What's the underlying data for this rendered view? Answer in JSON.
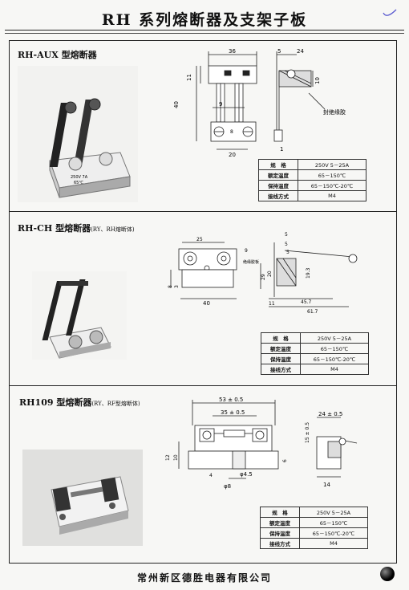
{
  "page": {
    "title": "RH 系列熔断器及支架子板",
    "footer": "常州新区德胜电器有限公司"
  },
  "sections": [
    {
      "title": "RH-AUX 型熔断器",
      "note": "",
      "fuse_label": [
        "250V 7A",
        "65℃"
      ],
      "dims": {
        "d36": "36",
        "d5": "5",
        "d24": "24",
        "d11": "11",
        "d40": "40",
        "d10": "10",
        "d9": "9",
        "d8": "8",
        "d20": "20",
        "d1": "1"
      },
      "callout": "封绝缘胶",
      "specs": [
        {
          "k": "规　格",
          "v": "250V 5－25A"
        },
        {
          "k": "额定温度",
          "v": "65－150℃"
        },
        {
          "k": "保持温度",
          "v": "65－150℃-20℃"
        },
        {
          "k": "接线方式",
          "v": "M4"
        }
      ]
    },
    {
      "title": "RH-CH 型熔断器",
      "note": "(RY、RH熔断体)",
      "dims": {
        "d25": "25",
        "d9": "9",
        "d5a": "5",
        "d5b": "5",
        "d5c": "5",
        "d8": "8",
        "d3": "3",
        "d29": "29",
        "d20": "20",
        "d19": "19.3",
        "d40": "40",
        "d11": "11",
        "d457": "45.7",
        "d617": "61.7"
      },
      "callout": "绝缘胶板",
      "specs": [
        {
          "k": "规　格",
          "v": "250V 5－25A"
        },
        {
          "k": "额定温度",
          "v": "65－150℃"
        },
        {
          "k": "保持温度",
          "v": "65－150℃-20℃"
        },
        {
          "k": "接线方式",
          "v": "M4"
        }
      ]
    },
    {
      "title": "RH109 型熔断器",
      "note": "(RY、RF型熔断体)",
      "dims": {
        "d53": "53 ± 0.5",
        "d35": "35 ± 0.5",
        "d24": "24 ± 0.5",
        "d15": "15 ± 0.5",
        "d12": "12",
        "d10": "10",
        "d6": "6",
        "d4": "4",
        "d45": "φ4.5",
        "d8": "φ8",
        "d14": "14"
      },
      "specs": [
        {
          "k": "规　格",
          "v": "250V 5－25A"
        },
        {
          "k": "额定温度",
          "v": "65－150℃"
        },
        {
          "k": "保持温度",
          "v": "65－150℃-20℃"
        },
        {
          "k": "接线方式",
          "v": "M4"
        }
      ]
    }
  ]
}
